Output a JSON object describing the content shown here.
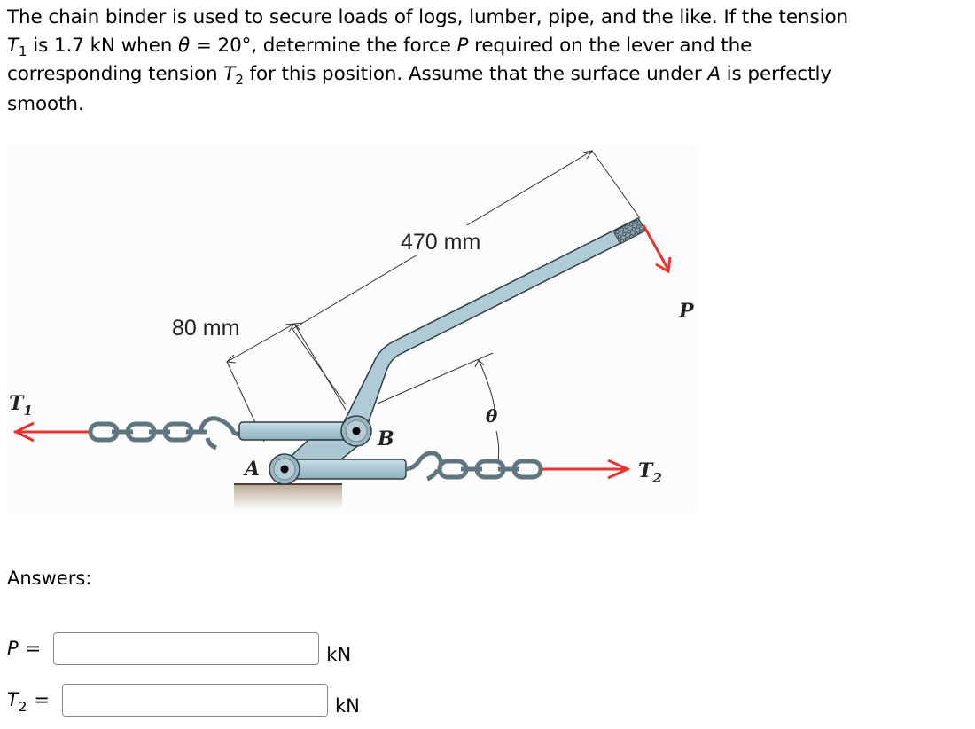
{
  "problem": {
    "line1": "The chain binder is used to secure loads of logs, lumber, pipe, and the like. If the tension",
    "t1_var": "T",
    "t1_sub": "1",
    "line2_mid": " is 1.7 kN when ",
    "theta": "θ",
    "line2_eq": " = 20°, determine the force ",
    "p_var": "P",
    "line2_end": " required on the lever and the",
    "line3_start": "corresponding tension ",
    "t2_var": "T",
    "t2_sub": "2",
    "line3_mid": " for this position. Assume that the surface under ",
    "a_var": "A",
    "line3_end": " is perfectly",
    "line4": "smooth."
  },
  "figure": {
    "dim_long": "470 mm",
    "dim_short": "80 mm",
    "label_T1": "T",
    "label_T1_sub": "1",
    "label_T2": "T",
    "label_T2_sub": "2",
    "label_P": "P",
    "label_A": "A",
    "label_B": "B",
    "label_theta": "θ",
    "colors": {
      "force_arrow": "#e8332f",
      "lever_fill": "#aecbd6",
      "chain": "#5f7681",
      "ground": "#c8b8a4",
      "figure_bg": "#fcfcfc"
    }
  },
  "answers": {
    "heading": "Answers:",
    "rows": [
      {
        "var": "P",
        "sub": "",
        "eq": "=",
        "value": "",
        "placeholder": "",
        "unit": "kN"
      },
      {
        "var": "T",
        "sub": "2",
        "eq": "=",
        "value": "",
        "placeholder": "",
        "unit": "kN"
      }
    ]
  }
}
